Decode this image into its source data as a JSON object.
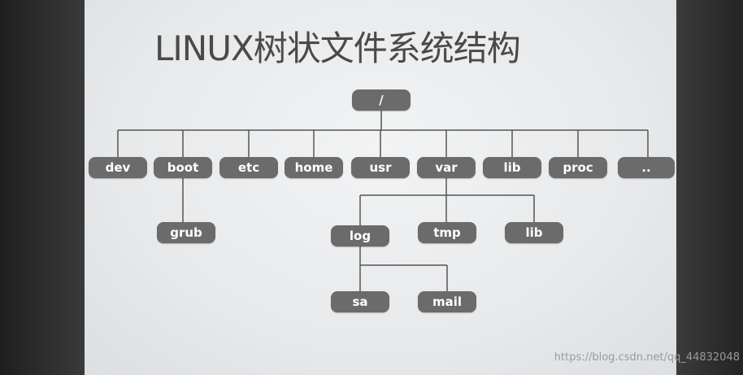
{
  "title": "LINUX树状文件系统结构",
  "tree": {
    "root": "/",
    "level1": [
      "dev",
      "boot",
      "etc",
      "home",
      "usr",
      "var",
      "lib",
      "proc",
      ".."
    ],
    "boot_children": [
      "grub"
    ],
    "var_children": [
      "log",
      "tmp",
      "lib"
    ],
    "log_children": [
      "sa",
      "mail"
    ]
  },
  "watermark": "https://blog.csdn.net/qq_44832048",
  "colors": {
    "node_fill": "#6b6b6b",
    "node_text": "#ffffff",
    "connector": "#555555",
    "title_text": "#4a4a4a"
  }
}
